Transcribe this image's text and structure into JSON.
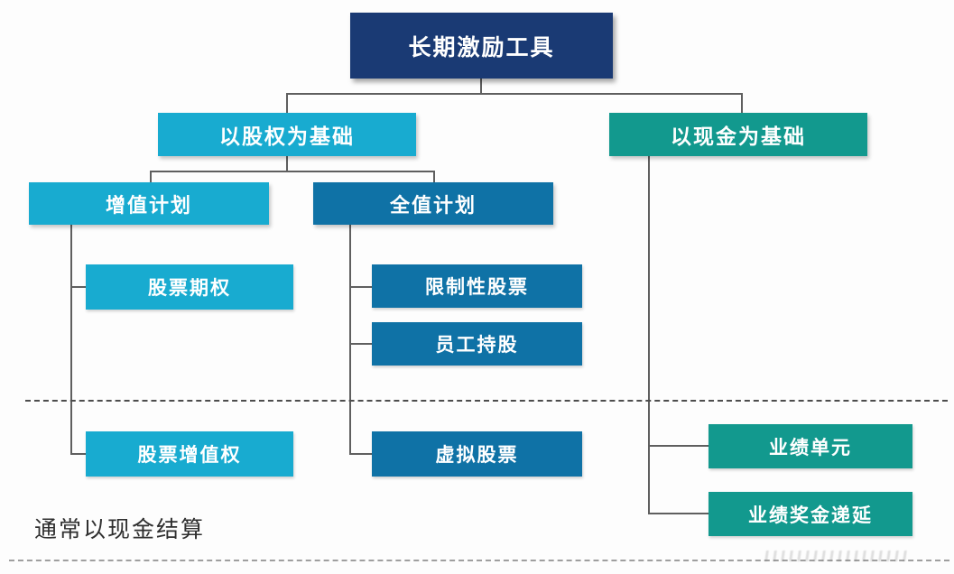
{
  "diagram_title": "长期激励工具",
  "nodes": {
    "root": "长期激励工具",
    "equity": "以股权为基础",
    "cash": "以现金为基础",
    "appreciation_plan": "增值计划",
    "full_value_plan": "全值计划",
    "stock_option": "股票期权",
    "restricted_stock": "限制性股票",
    "employee_ownership": "员工持股",
    "stock_appreciation_right": "股票增值权",
    "phantom_stock": "虚拟股票",
    "performance_unit": "业绩单元",
    "performance_bonus_deferral": "业绩奖金递延"
  },
  "hierarchy": {
    "label": "长期激励工具",
    "children": [
      {
        "label": "以股权为基础",
        "children": [
          {
            "label": "增值计划",
            "children": [
              "股票期权",
              "股票增值权"
            ]
          },
          {
            "label": "全值计划",
            "children": [
              "限制性股票",
              "员工持股",
              "虚拟股票"
            ]
          }
        ]
      },
      {
        "label": "以现金为基础",
        "children": [
          "业绩单元",
          "业绩奖金递延"
        ]
      }
    ]
  },
  "annotations": {
    "footnote": "通常以现金结算",
    "below_dashed_line_items": [
      "股票增值权",
      "虚拟股票",
      "业绩单元",
      "业绩奖金递延"
    ]
  },
  "colors": {
    "navy": "#1a3a74",
    "cyan": "#18abd0",
    "blue": "#0f72a6",
    "teal": "#12998e",
    "connector": "#5f5f5f",
    "dashed_mid": "#4d4d4d",
    "dashed_bottom": "#9f9f9f",
    "footnote_text": "#2f2f2f",
    "background": "#fdfdfd"
  }
}
